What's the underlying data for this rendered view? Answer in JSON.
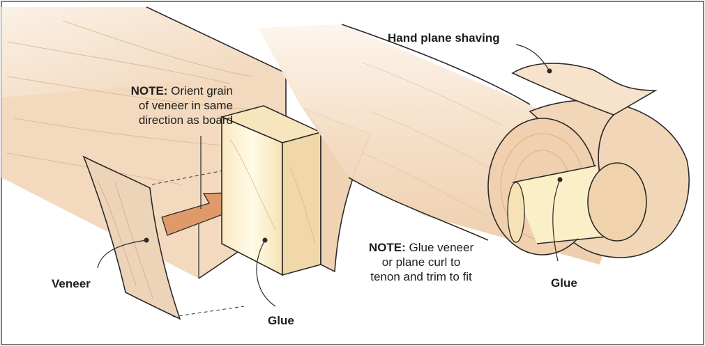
{
  "labels": {
    "hand_plane_shaving": "Hand plane shaving",
    "veneer": "Veneer",
    "glue_center": "Glue",
    "glue_right": "Glue"
  },
  "note_grain": {
    "prefix": "NOTE:",
    "line1": " Orient grain",
    "line2": "of veneer in same",
    "line3": "direction as board"
  },
  "note_glue": {
    "prefix": "NOTE:",
    "line1": " Glue veneer",
    "line2": "or plane curl to",
    "line3": "tenon and trim to fit"
  },
  "colors": {
    "wood": "#f3dbc1",
    "wood_shade": "#e2bf9c",
    "veneer": "#edd4b8",
    "tenon_face": "#fbf0c8",
    "arrow": "#e09a6a",
    "outline": "#2a2a2a"
  }
}
